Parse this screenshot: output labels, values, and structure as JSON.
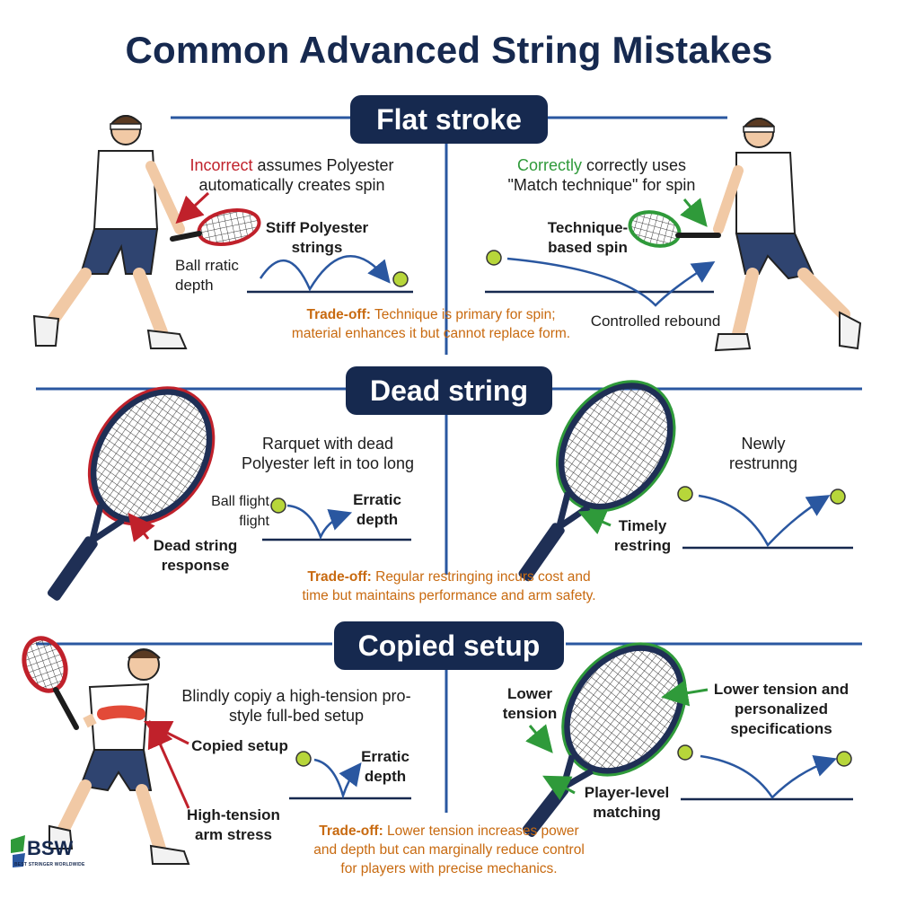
{
  "title": "Common Advanced String Mistakes",
  "colors": {
    "navy": "#16294f",
    "accent_line": "#2a57a0",
    "red": "#c0212b",
    "green": "#2f9a3a",
    "tradeoff": "#c86a10",
    "ball": "#b7d63a"
  },
  "sections": [
    {
      "heading": "Flat stroke",
      "left": {
        "lead_word": "Incorrect",
        "lead_rest": " assumes Polyester",
        "line2": "automatically creates spin",
        "racket_label": "Stiff Polyester strings",
        "ball_label": "Ball rratic depth"
      },
      "right": {
        "lead_word": "Correctly",
        "lead_rest": " correctly uses",
        "line2": "\"Match technique\" for spin",
        "racket_label": "Technique-based spin",
        "rebound_label": "Controlled rebound"
      },
      "tradeoff_label": "Trade-off:",
      "tradeoff_line1": " Technique is primary for spin;",
      "tradeoff_line2": "material enhances it but cannot replace form."
    },
    {
      "heading": "Dead string",
      "left": {
        "caption": "Rarquet with dead Polyester left in too long",
        "ball_label": "Ball flight flight",
        "depth_label": "Erratic depth",
        "response_label": "Dead string response"
      },
      "right": {
        "caption": "Newly restrunng",
        "restring_label": "Timely restring"
      },
      "tradeoff_label": "Trade-off:",
      "tradeoff_line1": " Regular restringing incurs cost and",
      "tradeoff_line2": "time but maintains performance and arm safety."
    },
    {
      "heading": "Copied setup",
      "left": {
        "caption": "Blindly copiy a high-tension pro-style full-bed setup",
        "copied_label": "Copied setup",
        "depth_label": "Erratic depth",
        "stress_label": "High-tension arm stress"
      },
      "right": {
        "lower_label": "Lower tension",
        "personal_label": "Lower tension and personalized specifications",
        "matching_label": "Player-level matching"
      },
      "tradeoff_label": "Trade-off:",
      "tradeoff_line1": " Lower tension increases power",
      "tradeoff_line2": "and depth but can marginally reduce control",
      "tradeoff_line3": "for players with precise mechanics."
    }
  ],
  "logo": {
    "text": "BSW",
    "subtext": "BEST STRINGER WORLDWIDE"
  }
}
